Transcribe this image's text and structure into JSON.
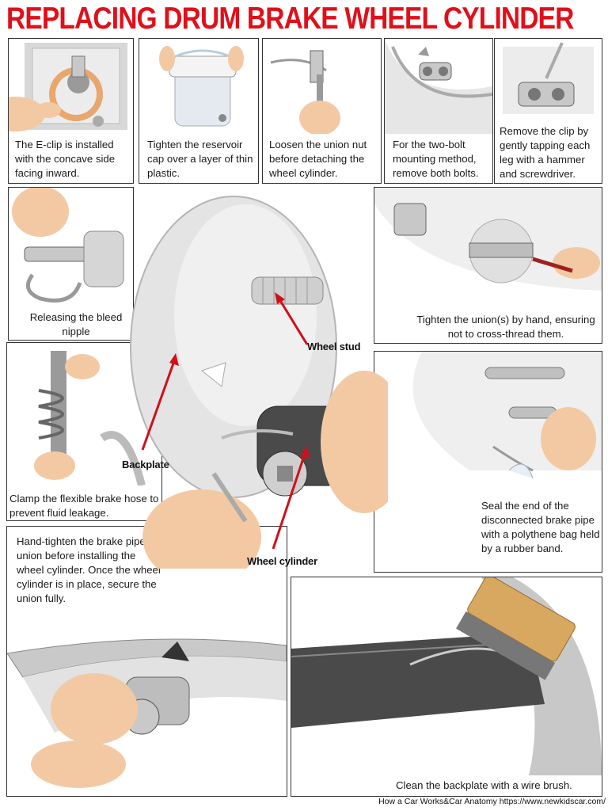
{
  "title": "REPLACING DRUM BRAKE WHEEL CYLINDER",
  "colors": {
    "title": "#e0101a",
    "arrow": "#d01018",
    "skin": "#f3c9a3",
    "metal": "#b9b9b9"
  },
  "steps": [
    {
      "caption": "The E-clip is installed with the concave side facing inward."
    },
    {
      "caption": "Tighten the reservoir cap over a layer of thin plastic."
    },
    {
      "caption": "Loosen the union nut before detaching the wheel cylinder."
    },
    {
      "caption": "For the two-bolt mounting method, remove both bolts."
    },
    {
      "caption": "Remove the clip by gently tapping each leg with a hammer and screwdriver."
    },
    {
      "caption": "Releasing the bleed nipple"
    },
    {
      "caption": "Tighten the union(s) by hand, ensuring not to cross-thread them."
    },
    {
      "caption": "Clamp the flexible brake hose to prevent fluid leakage."
    },
    {
      "caption": "Seal the end of the disconnected brake pipe with a polythene bag held by a rubber band."
    },
    {
      "caption": "Hand-tighten the brake pipe union before installing the wheel cylinder. Once the wheel cylinder is in place, secure the union fully."
    },
    {
      "caption": "Clean the backplate with a wire brush."
    }
  ],
  "callouts": {
    "wheel_stud": "Wheel stud",
    "backplate": "Backplate",
    "wheel_cylinder": "Wheel cylinder"
  },
  "footer": "How a Car Works&Car Anatomy https://www.newkidscar.com/"
}
